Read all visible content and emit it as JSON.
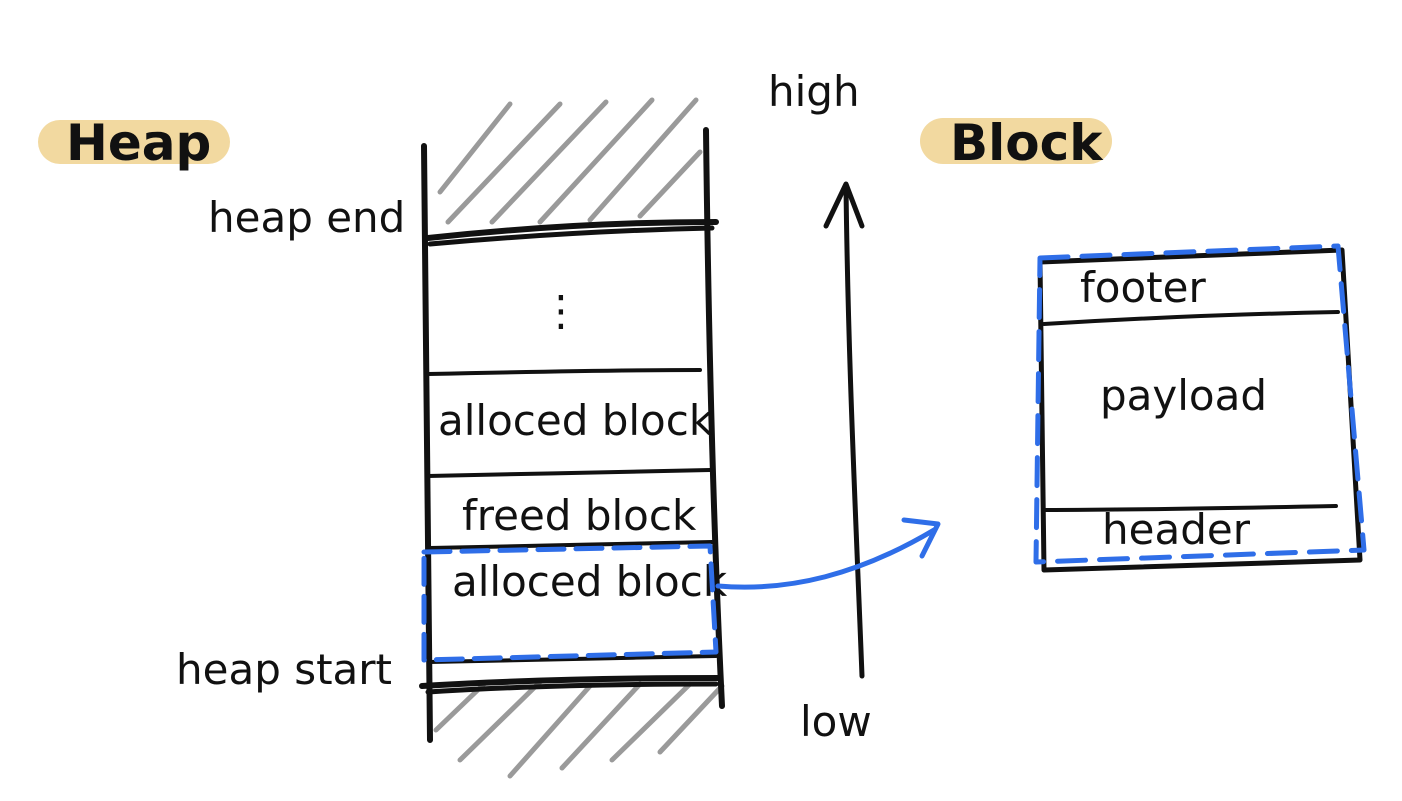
{
  "titles": {
    "heap": "Heap",
    "block": "Block"
  },
  "heap_labels": {
    "end": "heap end",
    "start": "heap start"
  },
  "heap_cells": [
    {
      "label": "⋮"
    },
    {
      "label": "alloced block"
    },
    {
      "label": "freed block"
    },
    {
      "label": "alloced block"
    }
  ],
  "axis": {
    "high": "high",
    "low": "low"
  },
  "block_parts": {
    "footer": "footer",
    "payload": "payload",
    "header": "header"
  },
  "colors": {
    "ink": "#111111",
    "highlight": "#f2d9a0",
    "hatch": "#9a9a9a",
    "blue": "#2f6ee8"
  },
  "icons": {
    "axis_arrow": "up-arrow-icon",
    "link_arrow": "curved-arrow-icon"
  }
}
